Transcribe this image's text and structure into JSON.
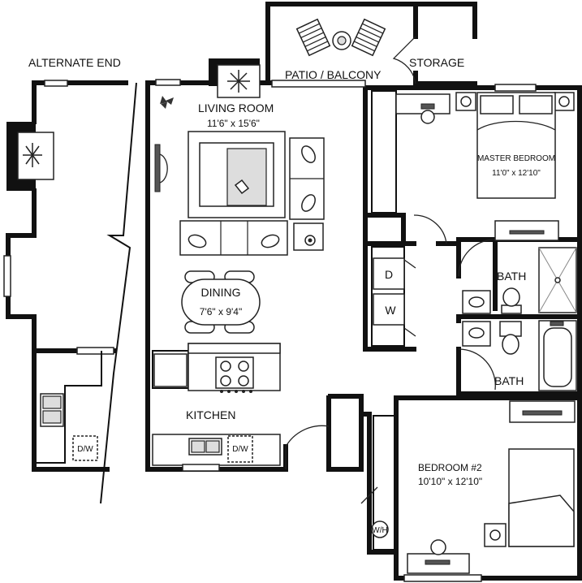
{
  "labels": {
    "alternate_end": "ALTERNATE END",
    "patio": "PATIO  / BALCONY",
    "storage": "STORAGE",
    "living_room": "LIVING ROOM",
    "living_dim": "11'6\" x 15'6\"",
    "master_bedroom": "MASTER BEDROOM",
    "master_dim": "11'0\" x 12'10\"",
    "dining": "DINING",
    "dining_dim": "7'6\" x 9'4\"",
    "bath_1": "BATH",
    "bath_2": "BATH",
    "kitchen": "KITCHEN",
    "bedroom2": "BEDROOM #2",
    "bedroom2_dim": "10'10\" x 12'10\"",
    "dryer": "D",
    "washer": "W",
    "dishwasher": "D/W",
    "alt_dishwasher": "D/W",
    "water_heater": "W/H"
  }
}
